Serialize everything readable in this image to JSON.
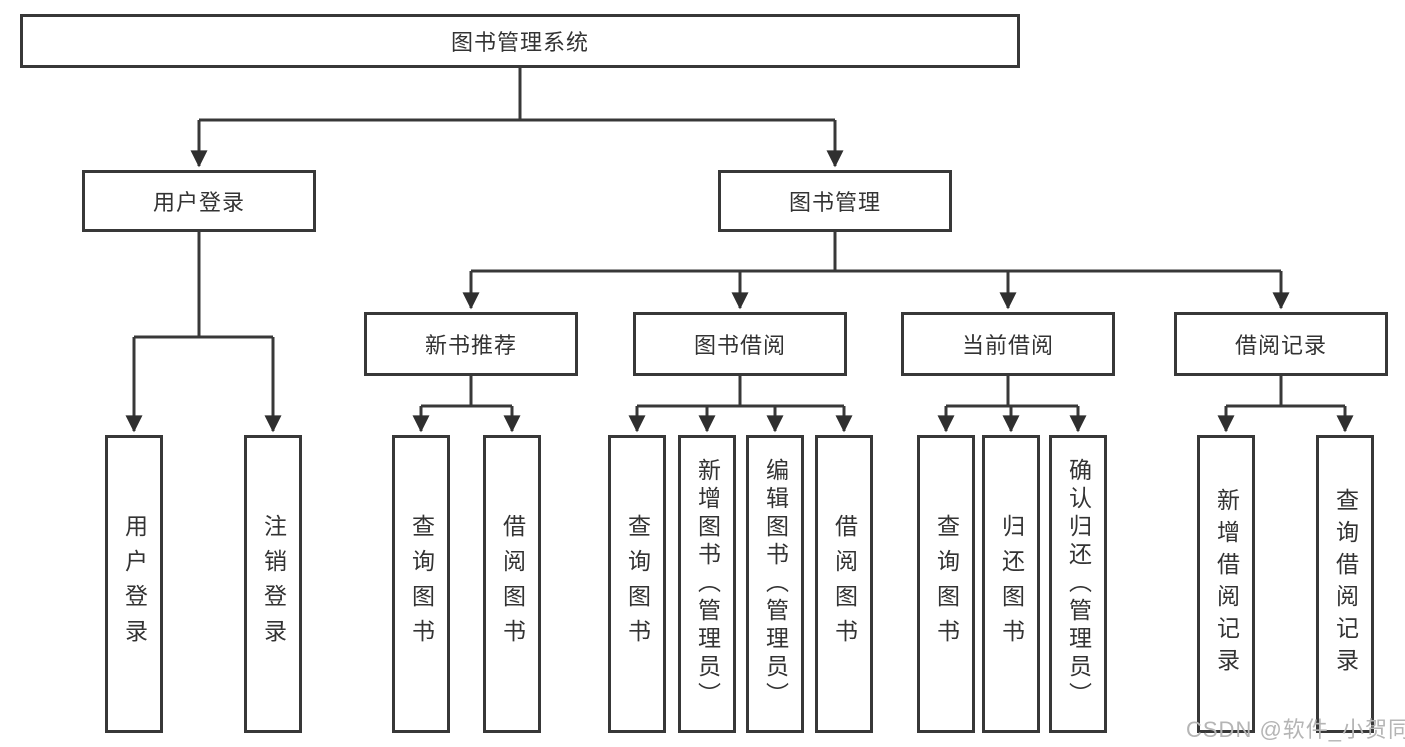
{
  "diagram": {
    "title": "图书管理系统",
    "nodes": {
      "root": "图书管理系统",
      "user_login": "用户登录",
      "book_mgmt": "图书管理",
      "login_leaf": "用户登录",
      "logout_leaf": "注销登录",
      "new_book_rec": "新书推荐",
      "book_borrow": "图书借阅",
      "current_borrow": "当前借阅",
      "borrow_records": "借阅记录",
      "nbr_query_books": "查询图书",
      "nbr_borrow_books": "借阅图书",
      "bb_query_books": "查询图书",
      "bb_add_books": "新增图书（管理员）",
      "bb_edit_books": "编辑图书（管理员）",
      "bb_borrow_books": "借阅图书",
      "cb_query_books": "查询图书",
      "cb_return_books": "归还图书",
      "cb_confirm_return": "确认归还（管理员）",
      "br_add_record": "新增借阅记录",
      "br_query_record": "查询借阅记录"
    },
    "colors": {
      "line": "#383838",
      "arrow": "#2f2f2f",
      "text": "#333333",
      "box_fill": "#ffffff",
      "watermark": "#b5b5b5"
    }
  },
  "watermark": "CSDN @软件_小贺同学"
}
